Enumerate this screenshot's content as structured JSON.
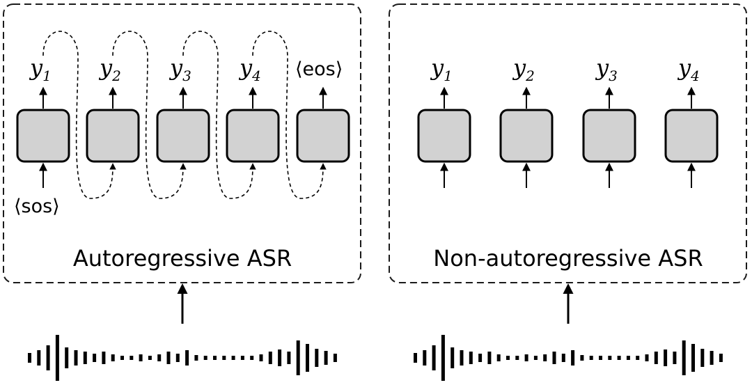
{
  "panels": [
    {
      "title": "Autoregressive ASR",
      "outputs": [
        {
          "base": "y",
          "sub": "1"
        },
        {
          "base": "y",
          "sub": "2"
        },
        {
          "base": "y",
          "sub": "3"
        },
        {
          "base": "y",
          "sub": "4"
        },
        {
          "base": "⟨eos⟩",
          "sub": ""
        }
      ],
      "start_token": "⟨sos⟩"
    },
    {
      "title": "Non-autoregressive ASR",
      "outputs": [
        {
          "base": "y",
          "sub": "1"
        },
        {
          "base": "y",
          "sub": "2"
        },
        {
          "base": "y",
          "sub": "3"
        },
        {
          "base": "y",
          "sub": "4"
        }
      ],
      "start_token": ""
    }
  ],
  "colors": {
    "unit_fill": "#d2d2d2",
    "stroke": "#000000",
    "background": "#ffffff"
  }
}
